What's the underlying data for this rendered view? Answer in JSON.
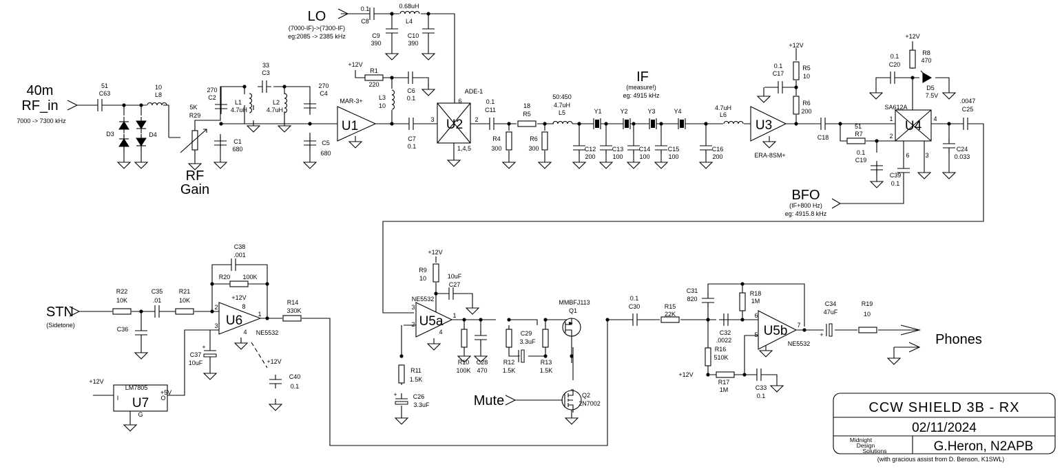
{
  "ports": {
    "rf_in": {
      "band": "40m",
      "name": "RF_in",
      "range": "7000 -> 7300 kHz"
    },
    "lo": {
      "name": "LO",
      "formula": "(7000-IF)->(7300-IF)",
      "example": "eg:2085 -> 2385 kHz"
    },
    "if_label": {
      "name": "IF",
      "note": "(measure!)",
      "example": "eg: 4915 kHz"
    },
    "bfo": {
      "name": "BFO",
      "formula": "(IF+800 Hz)",
      "example": "eg: 4915.8 kHz"
    },
    "stn": {
      "name": "STN",
      "note": "(Sidetone)"
    },
    "mute": {
      "name": "Mute"
    },
    "phones": {
      "name": "Phones"
    },
    "rf_gain": {
      "line1": "RF",
      "line2": "Gain"
    }
  },
  "supply": {
    "v12": "+12V",
    "v5": "+5V"
  },
  "ics": {
    "u1": {
      "ref": "U1",
      "part": "MAR-3+"
    },
    "u2": {
      "ref": "U2",
      "part": "ADE-1",
      "pin6": "6",
      "pin3": "3",
      "pin2": "2",
      "gnd": "1,4,5"
    },
    "u3": {
      "ref": "U3",
      "part": "ERA-8SM+"
    },
    "u4": {
      "ref": "U4",
      "part": "SA612A",
      "pin1": "1",
      "pin2": "2",
      "pin3": "3",
      "pin4": "4",
      "pin6": "6"
    },
    "u5a": {
      "ref": "U5a",
      "part": "NE5532",
      "pin3": "3",
      "pin2": "2",
      "pin1": "1",
      "pin4": "4"
    },
    "u5b": {
      "ref": "U5b",
      "part": "NE5532",
      "pin6": "6",
      "pin5": "5",
      "pin7": "7"
    },
    "u6": {
      "ref": "U6",
      "part": "NE5532",
      "pin2": "2",
      "pin3": "3",
      "pin1": "1",
      "pin8": "8",
      "pin4": "4"
    },
    "u7": {
      "ref": "U7",
      "part": "LM7805",
      "pin_i": "I",
      "pin_o": "O",
      "pin_g": "G"
    }
  },
  "components": {
    "c63": {
      "value": "51",
      "ref": "C63"
    },
    "l8": {
      "value": "10",
      "ref": "L8"
    },
    "d3": {
      "ref": "D3"
    },
    "d4": {
      "ref": "D4"
    },
    "r29": {
      "value": "5K",
      "ref": "R29"
    },
    "c2": {
      "value": "270",
      "ref": "C2"
    },
    "c1": {
      "ref": "C1",
      "value": "680"
    },
    "l1": {
      "ref": "L1",
      "value": "4.7uH"
    },
    "c3": {
      "value": "33",
      "ref": "C3"
    },
    "l2": {
      "ref": "L2",
      "value": "4.7uH"
    },
    "c4": {
      "value": "270",
      "ref": "C4"
    },
    "c5": {
      "ref": "C5",
      "value": "680"
    },
    "c8": {
      "value": "0.1",
      "ref": "C8"
    },
    "l4": {
      "value": "0.68uH",
      "ref": "L4"
    },
    "c9": {
      "ref": "C9",
      "value": "390"
    },
    "c10": {
      "ref": "C10",
      "value": "390"
    },
    "r1": {
      "ref": "R1",
      "value": "220"
    },
    "c6": {
      "ref": "C6",
      "value": "0.1"
    },
    "l3": {
      "ref": "L3",
      "value": "10"
    },
    "c7": {
      "ref": "C7",
      "value": "0.1"
    },
    "c11": {
      "value": "0.1",
      "ref": "C11"
    },
    "r5a": {
      "value": "18",
      "ref": "R5"
    },
    "r4": {
      "ref": "R4",
      "value": "300"
    },
    "l5": {
      "ratio": "50:450",
      "value": "4.7uH",
      "ref": "L5"
    },
    "r6a": {
      "ref": "R6",
      "value": "300"
    },
    "c12": {
      "ref": "C12",
      "value": "200"
    },
    "c13": {
      "ref": "C13",
      "value": "100"
    },
    "c14": {
      "ref": "C14",
      "value": "100"
    },
    "c15": {
      "ref": "C15",
      "value": "100"
    },
    "c16": {
      "ref": "C16",
      "value": "200"
    },
    "y1": {
      "ref": "Y1"
    },
    "y2": {
      "ref": "Y2"
    },
    "y3": {
      "ref": "Y3"
    },
    "y4": {
      "ref": "Y4"
    },
    "l6": {
      "value": "4.7uH",
      "ref": "L6"
    },
    "c17": {
      "value": "0.1",
      "ref": "C17"
    },
    "r5b": {
      "ref": "R5",
      "value": "10"
    },
    "r6b": {
      "ref": "R6",
      "value": "200"
    },
    "c18": {
      "ref": "C18"
    },
    "r7": {
      "value": "51",
      "ref": "R7"
    },
    "c19": {
      "value": "0.1",
      "ref": "C19"
    },
    "c20": {
      "value": "0.1",
      "ref": "C20"
    },
    "r8": {
      "ref": "R8",
      "value": "470"
    },
    "d5": {
      "ref": "D5",
      "value": "7.5V"
    },
    "c25": {
      "value": ".0047",
      "ref": "C25"
    },
    "c24": {
      "ref": "C24",
      "value": "0.033"
    },
    "c39": {
      "ref": "C39",
      "value": "0.1"
    },
    "r22": {
      "ref": "R22",
      "value": "10K"
    },
    "c35": {
      "ref": "C35",
      "value": ".01"
    },
    "r21": {
      "ref": "R21",
      "value": "10K"
    },
    "c36": {
      "ref": "C36"
    },
    "c38": {
      "ref": "C38",
      "value": ".001"
    },
    "r20": {
      "ref": "R20",
      "value": "100K"
    },
    "r14": {
      "ref": "R14",
      "value": "330K"
    },
    "c37": {
      "ref": "C37",
      "value": "10uF"
    },
    "c40": {
      "ref": "C40",
      "value": "0.1"
    },
    "r9": {
      "ref": "R9",
      "value": "10"
    },
    "c27": {
      "value": "10uF",
      "ref": "C27"
    },
    "r11": {
      "ref": "R11",
      "value": "1.5K"
    },
    "c26": {
      "ref": "C26",
      "value": "3.3uF"
    },
    "r10": {
      "ref": "R10",
      "value": "100K"
    },
    "c28": {
      "ref": "C28",
      "value": "470"
    },
    "c29": {
      "ref": "C29",
      "value": "3.3uF"
    },
    "r12": {
      "ref": "R12",
      "value": "1.5K"
    },
    "r13": {
      "ref": "R13",
      "value": "1.5K"
    },
    "q1": {
      "part": "MMBFJ113",
      "ref": "Q1"
    },
    "q2": {
      "ref": "Q2",
      "part": "2N7002"
    },
    "c30": {
      "value": "0.1",
      "ref": "C30"
    },
    "r15": {
      "ref": "R15",
      "value": "22K"
    },
    "c31": {
      "ref": "C31",
      "value": "820"
    },
    "r18": {
      "ref": "R18",
      "value": "1M"
    },
    "c32": {
      "ref": "C32",
      "value": ".0022"
    },
    "r16": {
      "ref": "R16",
      "value": "510K"
    },
    "r17": {
      "ref": "R17",
      "value": "1M"
    },
    "c33": {
      "ref": "C33",
      "value": "0.1"
    },
    "c34": {
      "ref": "C34",
      "value": "47uF"
    },
    "r19": {
      "ref": "R19",
      "value": "10"
    }
  },
  "polarity": {
    "plus": "+"
  },
  "title_block": {
    "title": "CCW SHIELD 3B - RX",
    "date": "02/11/2024",
    "company_line1": "Midnight",
    "company_line2": "Design",
    "company_line3": "Solutions",
    "author": "G.Heron, N2APB",
    "credit": "(with gracious assist from D. Benson, K1SWL)"
  }
}
